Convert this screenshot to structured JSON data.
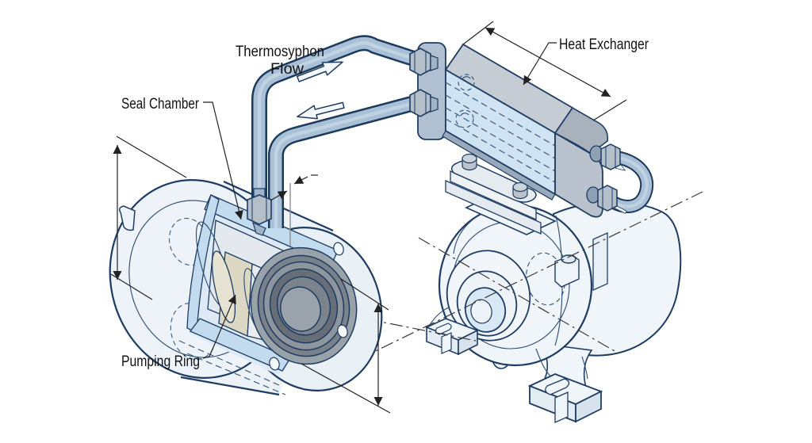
{
  "labels": {
    "thermosyphon_1": "Thermosyphon",
    "thermosyphon_2": "Flow",
    "heat_exchanger": "Heat Exchanger",
    "seal_chamber": "Seal Chamber",
    "pumping_ring": "Pumping Ring"
  },
  "arrows": {
    "supply_pipe": "up-right",
    "return_pipe": "down-left",
    "hx_outlet_bend": "down-right",
    "hx_inlet_bend": "down-left"
  },
  "colors": {
    "outline": "#1e3c63",
    "pipe": "#a9c0d6",
    "pipe_highlight": "#c6d7e6",
    "panel_blue": "#cfe3f2",
    "cut_blue": "#c2dbee",
    "interior_blue": "#ddeaf5",
    "metal_gray": "#b7c1cb",
    "dark_ring": "#6e757e",
    "body_light": "#eef3f8",
    "annotation": "#222222",
    "text": "#111111"
  }
}
